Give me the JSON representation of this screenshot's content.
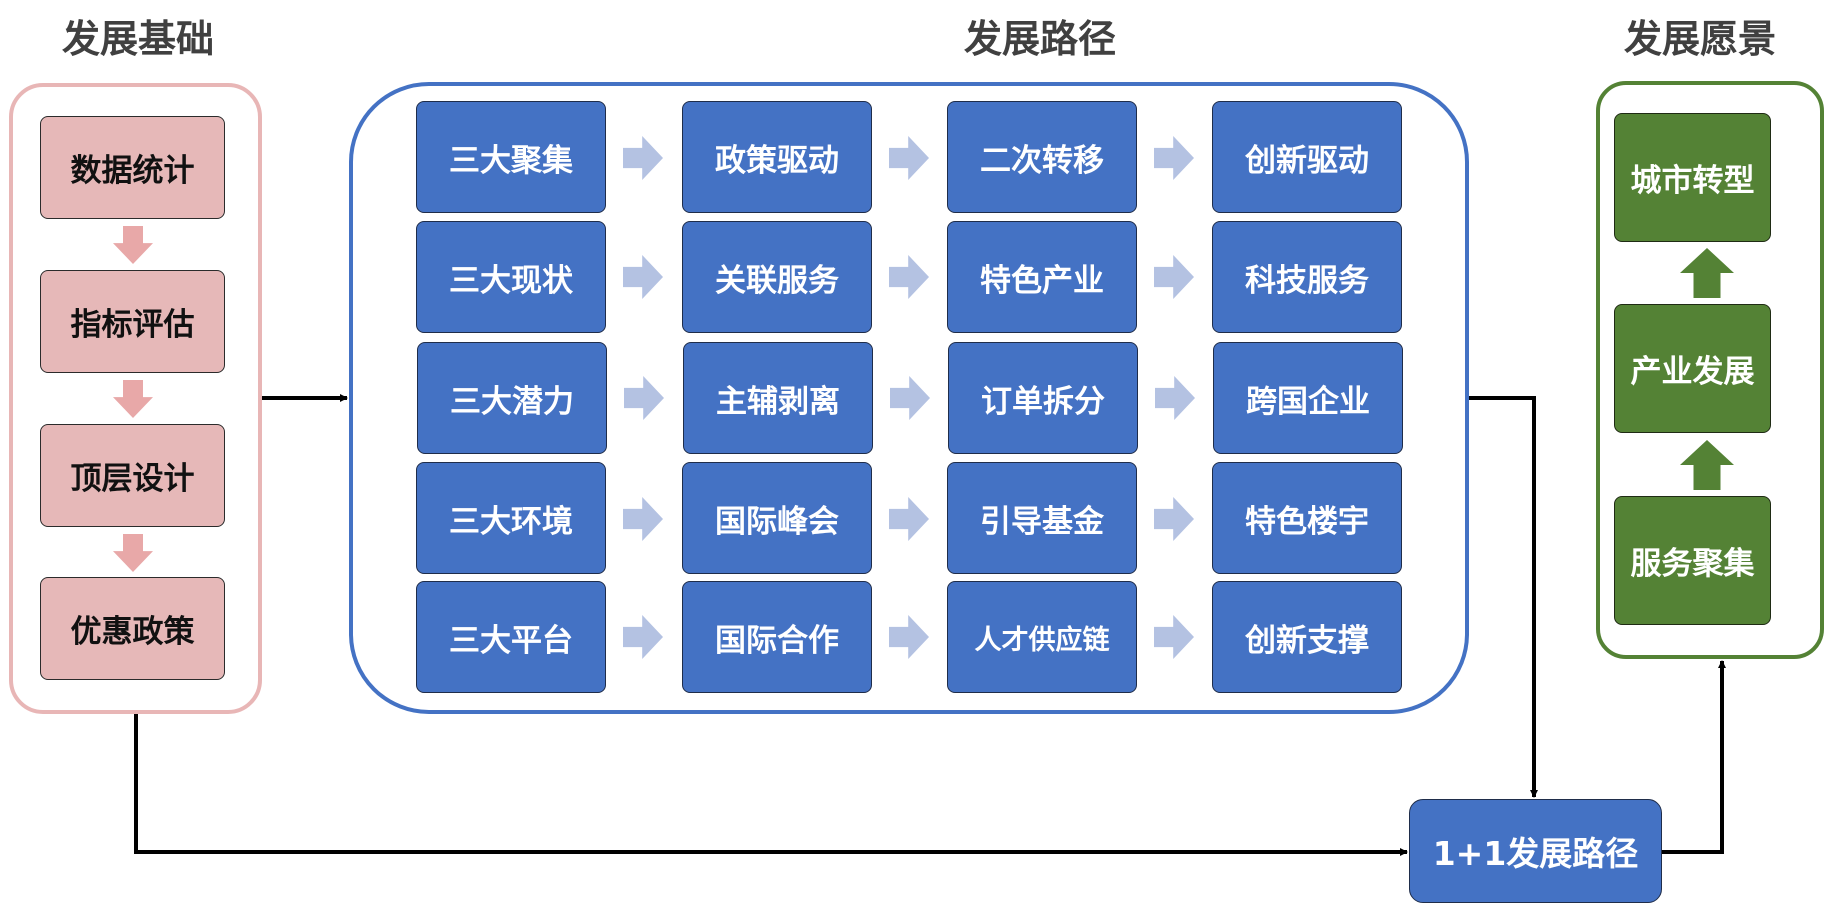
{
  "titles": {
    "foundation": "发展基础",
    "path": "发展路径",
    "vision": "发展愿景"
  },
  "foundation": {
    "items": [
      "数据统计",
      "指标评估",
      "顶层设计",
      "优惠政策"
    ]
  },
  "path": {
    "rows": [
      [
        "三大聚集",
        "政策驱动",
        "二次转移",
        "创新驱动"
      ],
      [
        "三大现状",
        "关联服务",
        "特色产业",
        "科技服务"
      ],
      [
        "三大潜力",
        "主辅剥离",
        "订单拆分",
        "跨国企业"
      ],
      [
        "三大环境",
        "国际峰会",
        "引导基金",
        "特色楼宇"
      ],
      [
        "三大平台",
        "国际合作",
        "人才供应链",
        "创新支撑"
      ]
    ]
  },
  "vision": {
    "items": [
      "城市转型",
      "产业发展",
      "服务聚集"
    ]
  },
  "merge": {
    "label": "1+1发展路径"
  },
  "colors": {
    "pink_fill": "#e6b8b8",
    "pink_border": "#e8b6b6",
    "blue": "#4472c4",
    "blue_arrow": "#b4c2e2",
    "green": "#548235",
    "title_text": "#404040"
  },
  "icons": {
    "row_arrow": "chevron-right-icon",
    "foundation_arrow": "arrow-down-icon",
    "vision_arrow": "arrow-up-icon"
  }
}
